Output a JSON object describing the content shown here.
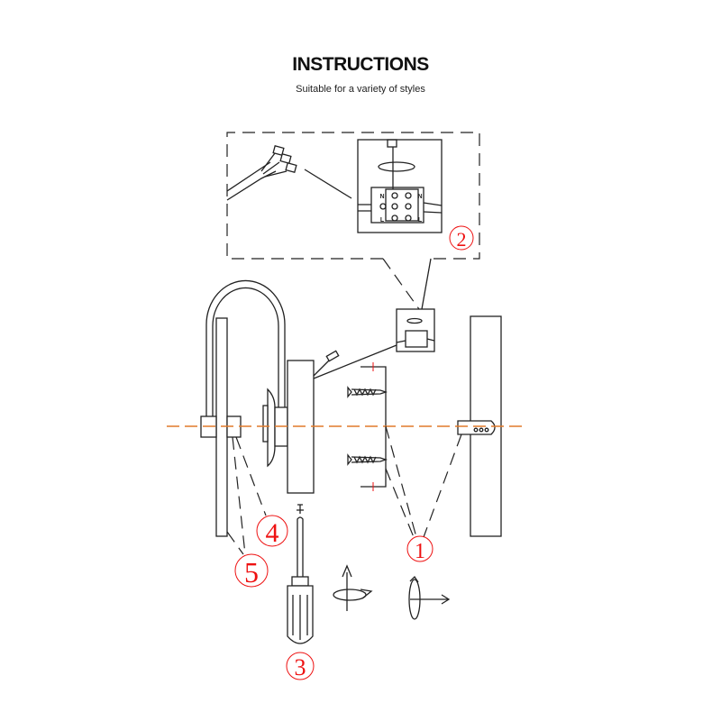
{
  "header": {
    "title": "INSTRUCTIONS",
    "subtitle": "Suitable for a variety of styles"
  },
  "steps": [
    "1",
    "2",
    "3",
    "4",
    "5"
  ],
  "terminal_labels": {
    "neutral": "N",
    "live": "L"
  },
  "colors": {
    "step_number": "#ee1111",
    "center_line": "#e07a2a",
    "line": "#222222"
  }
}
